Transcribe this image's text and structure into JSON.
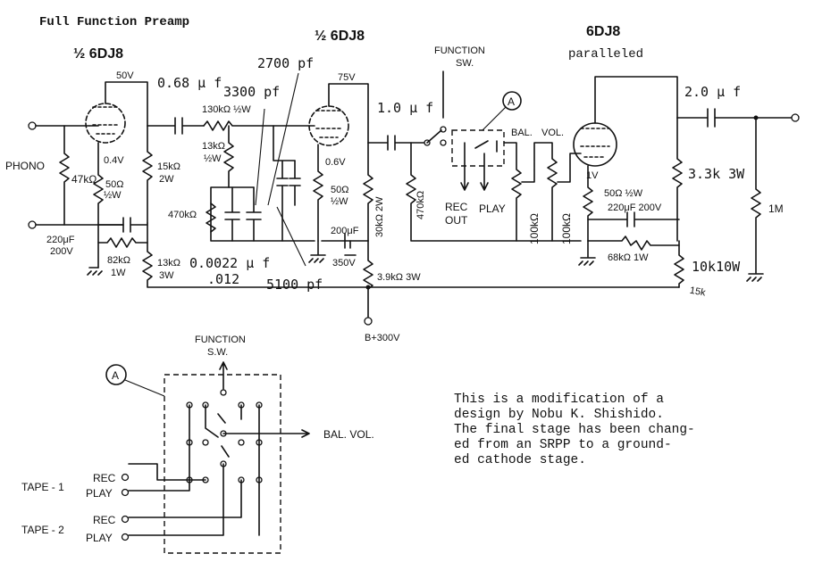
{
  "title": "Full Function Preamp",
  "tube_labels": {
    "first": "½ 6DJ8",
    "second": "½ 6DJ8",
    "third_top": "6DJ8",
    "third_bottom": "paralleled"
  },
  "voltages": {
    "v50": "50V",
    "v75": "75V",
    "v04": "0.4V",
    "v06": "0.6V",
    "v1": "1V",
    "b_plus": "B+300V"
  },
  "components": {
    "c068": "0.68 μ f",
    "c2700": "2700 pf",
    "c3300": "3300 pf",
    "c10": "1.0 μ f",
    "c20": "2.0 μ f",
    "c0022": "0.0022 μ f",
    "c012": ".012",
    "c5100": "5100 pf",
    "r130k": "130kΩ ½W",
    "r13k_top": "13kΩ",
    "r13k_top_w": "½W",
    "r47k": "47kΩ",
    "r50_1": "50Ω",
    "r50_1w": "½W",
    "r15k": "15kΩ",
    "r15k_w": "2W",
    "r470k_1": "470kΩ",
    "r50_2": "50Ω",
    "r50_2w": "½W",
    "r30k": "30kΩ 2W",
    "c200": "200μF",
    "c200_v": "350V",
    "r39k": "3.9kΩ 3W",
    "r470k_2": "470kΩ",
    "r100k_1": "100kΩ",
    "r100k_2": "100kΩ",
    "r50_3": "50Ω ½W",
    "c220_2": "220μF 200V",
    "r68k": "68kΩ 1W",
    "r33k": "3.3k 3W",
    "r1m": "1M",
    "r10k": "10k10W",
    "r15k_hand": "15k",
    "c220_1": "220μF",
    "c220_1v": "200V",
    "r82k": "82kΩ",
    "r82k_w": "1W",
    "r13k_bot": "13kΩ",
    "r13k_bot_w": "3W"
  },
  "labels": {
    "phono": "PHONO",
    "function_sw": "FUNCTION",
    "function_sw2": "SW.",
    "bal": "BAL.",
    "vol": "VOL.",
    "rec_out": "REC",
    "rec_out2": "OUT",
    "play": "PLAY",
    "marker_a": "A"
  },
  "detail": {
    "marker_a": "A",
    "function_sw": "FUNCTION",
    "function_sw2": "S.W.",
    "bal_vol": "BAL. VOL.",
    "tape1": "TAPE - 1",
    "tape2": "TAPE - 2",
    "rec1": "REC",
    "play1": "PLAY",
    "rec2": "REC",
    "play2": "PLAY"
  },
  "note_lines": [
    "This is a modification of a",
    "design by Nobu K. Shishido.",
    "The final stage has been chang-",
    "ed from an SRPP to a ground-",
    "ed cathode stage."
  ]
}
